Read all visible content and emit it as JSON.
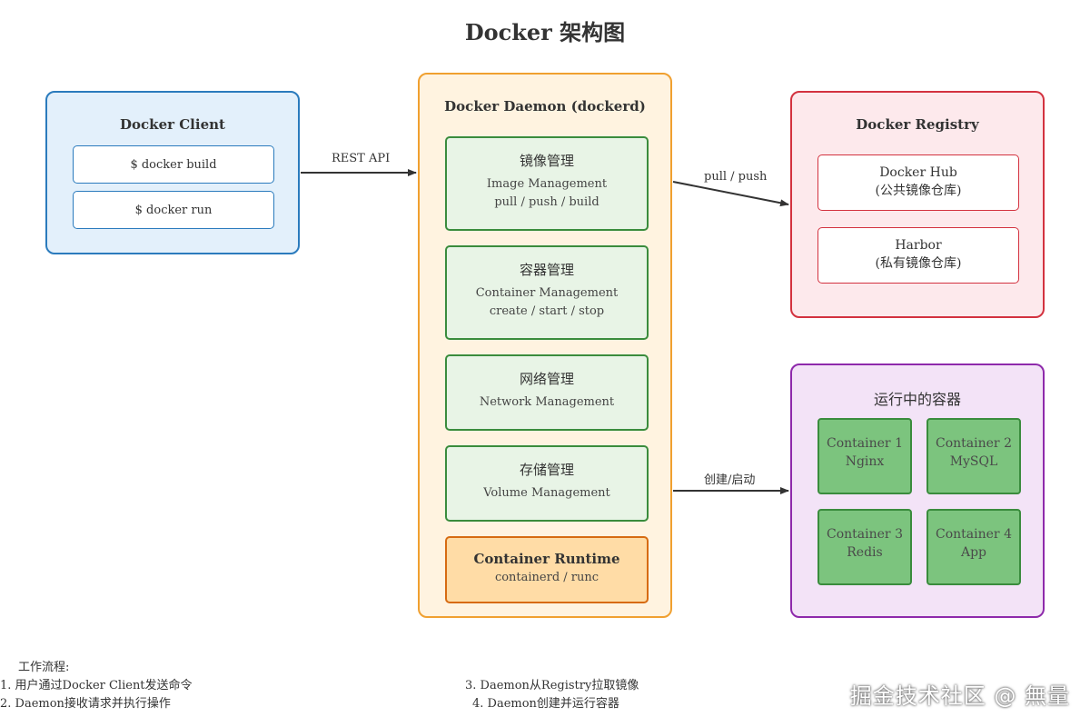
{
  "title": "Docker 架构图",
  "client": {
    "title": "Docker Client",
    "commands": [
      "$ docker build",
      "$ docker run"
    ]
  },
  "daemon": {
    "title": "Docker Daemon (dockerd)",
    "modules": [
      {
        "zh": "镜像管理",
        "en": "Image Management",
        "sub": "pull / push / build"
      },
      {
        "zh": "容器管理",
        "en": "Container Management",
        "sub": "create / start / stop"
      },
      {
        "zh": "网络管理",
        "en": "Network Management"
      },
      {
        "zh": "存储管理",
        "en": "Volume Management"
      }
    ],
    "runtime": {
      "title": "Container Runtime",
      "sub": "containerd / runc"
    }
  },
  "registry": {
    "title": "Docker Registry",
    "items": [
      {
        "name": "Docker Hub",
        "desc": "(公共镜像仓库)"
      },
      {
        "name": "Harbor",
        "desc": "(私有镜像仓库)"
      }
    ]
  },
  "running": {
    "title": "运行中的容器",
    "containers": [
      {
        "name": "Container 1",
        "app": "Nginx"
      },
      {
        "name": "Container 2",
        "app": "MySQL"
      },
      {
        "name": "Container 3",
        "app": "Redis"
      },
      {
        "name": "Container 4",
        "app": "App"
      }
    ]
  },
  "edges": {
    "rest_api": "REST API",
    "pull_push": "pull / push",
    "create_start": "创建/启动"
  },
  "workflow": {
    "heading": "工作流程:",
    "step1": "1. 用户通过Docker Client发送命令",
    "step2": "2. Daemon接收请求并执行操作",
    "step3": "3. Daemon从Registry拉取镜像",
    "step4": "4. Daemon创建并运行容器"
  },
  "watermark": "掘金技术社区 @ 無量",
  "colors": {
    "client": "#2b7bbd",
    "daemon": "#f0a030",
    "registry": "#d3323f",
    "running": "#8e2aab",
    "module": "#3a8c3d",
    "runtime": "#d76b12"
  }
}
